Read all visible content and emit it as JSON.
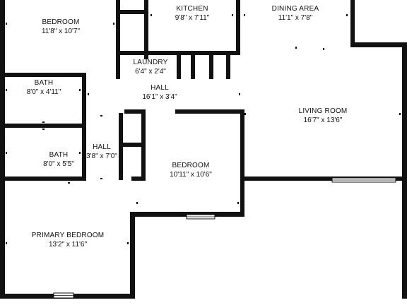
{
  "rooms": [
    {
      "id": "bedroom-top",
      "name": "BEDROOM",
      "dims": "11'8\" x 10'7\""
    },
    {
      "id": "kitchen",
      "name": "KITCHEN",
      "dims": "9'8\" x 7'11\""
    },
    {
      "id": "dining-area",
      "name": "DINING AREA",
      "dims": "11'1\" x 7'8\""
    },
    {
      "id": "laundry",
      "name": "LAUNDRY",
      "dims": "6'4\" x 2'4\""
    },
    {
      "id": "bath-top",
      "name": "BATH",
      "dims": "8'0\" x 4'11\""
    },
    {
      "id": "hall-main",
      "name": "HALL",
      "dims": "16'1\" x 3'4\""
    },
    {
      "id": "living-room",
      "name": "LIVING ROOM",
      "dims": "16'7\" x 13'6\""
    },
    {
      "id": "hall-small",
      "name": "HALL",
      "dims": "3'8\" x 7'0\""
    },
    {
      "id": "bath-bottom",
      "name": "BATH",
      "dims": "8'0\" x 5'5\""
    },
    {
      "id": "bedroom-middle",
      "name": "BEDROOM",
      "dims": "10'11\" x 10'6\""
    },
    {
      "id": "primary-bedroom",
      "name": "PRIMARY BEDROOM",
      "dims": "13'2\" x 11'6\""
    }
  ]
}
